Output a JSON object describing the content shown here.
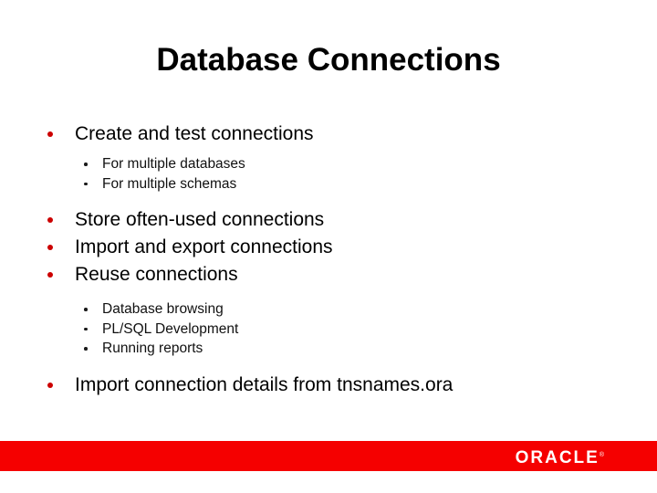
{
  "slide": {
    "title": "Database Connections",
    "bullets": [
      {
        "level": 1,
        "text": "Create and test connections"
      },
      {
        "level": 2,
        "text": "For multiple databases"
      },
      {
        "level": 2,
        "text": "For multiple schemas"
      },
      {
        "level": 1,
        "text": "Store often-used connections"
      },
      {
        "level": 1,
        "text": "Import and export connections"
      },
      {
        "level": 1,
        "text": "Reuse connections"
      },
      {
        "level": 2,
        "text": "Database browsing"
      },
      {
        "level": 2,
        "text": "PL/SQL Development"
      },
      {
        "level": 2,
        "text": "Running reports"
      },
      {
        "level": 1,
        "text": "Import connection details from tnsnames.ora"
      }
    ]
  },
  "footer": {
    "logo_text": "ORACLE",
    "trademark": "®"
  },
  "colors": {
    "bullet_level1": "#CC0000",
    "bullet_level2": "#1A1A1A",
    "footer_bar": "#F50000",
    "logo_text": "#FFFFFF",
    "body_text": "#000000",
    "background": "#FFFFFF"
  }
}
